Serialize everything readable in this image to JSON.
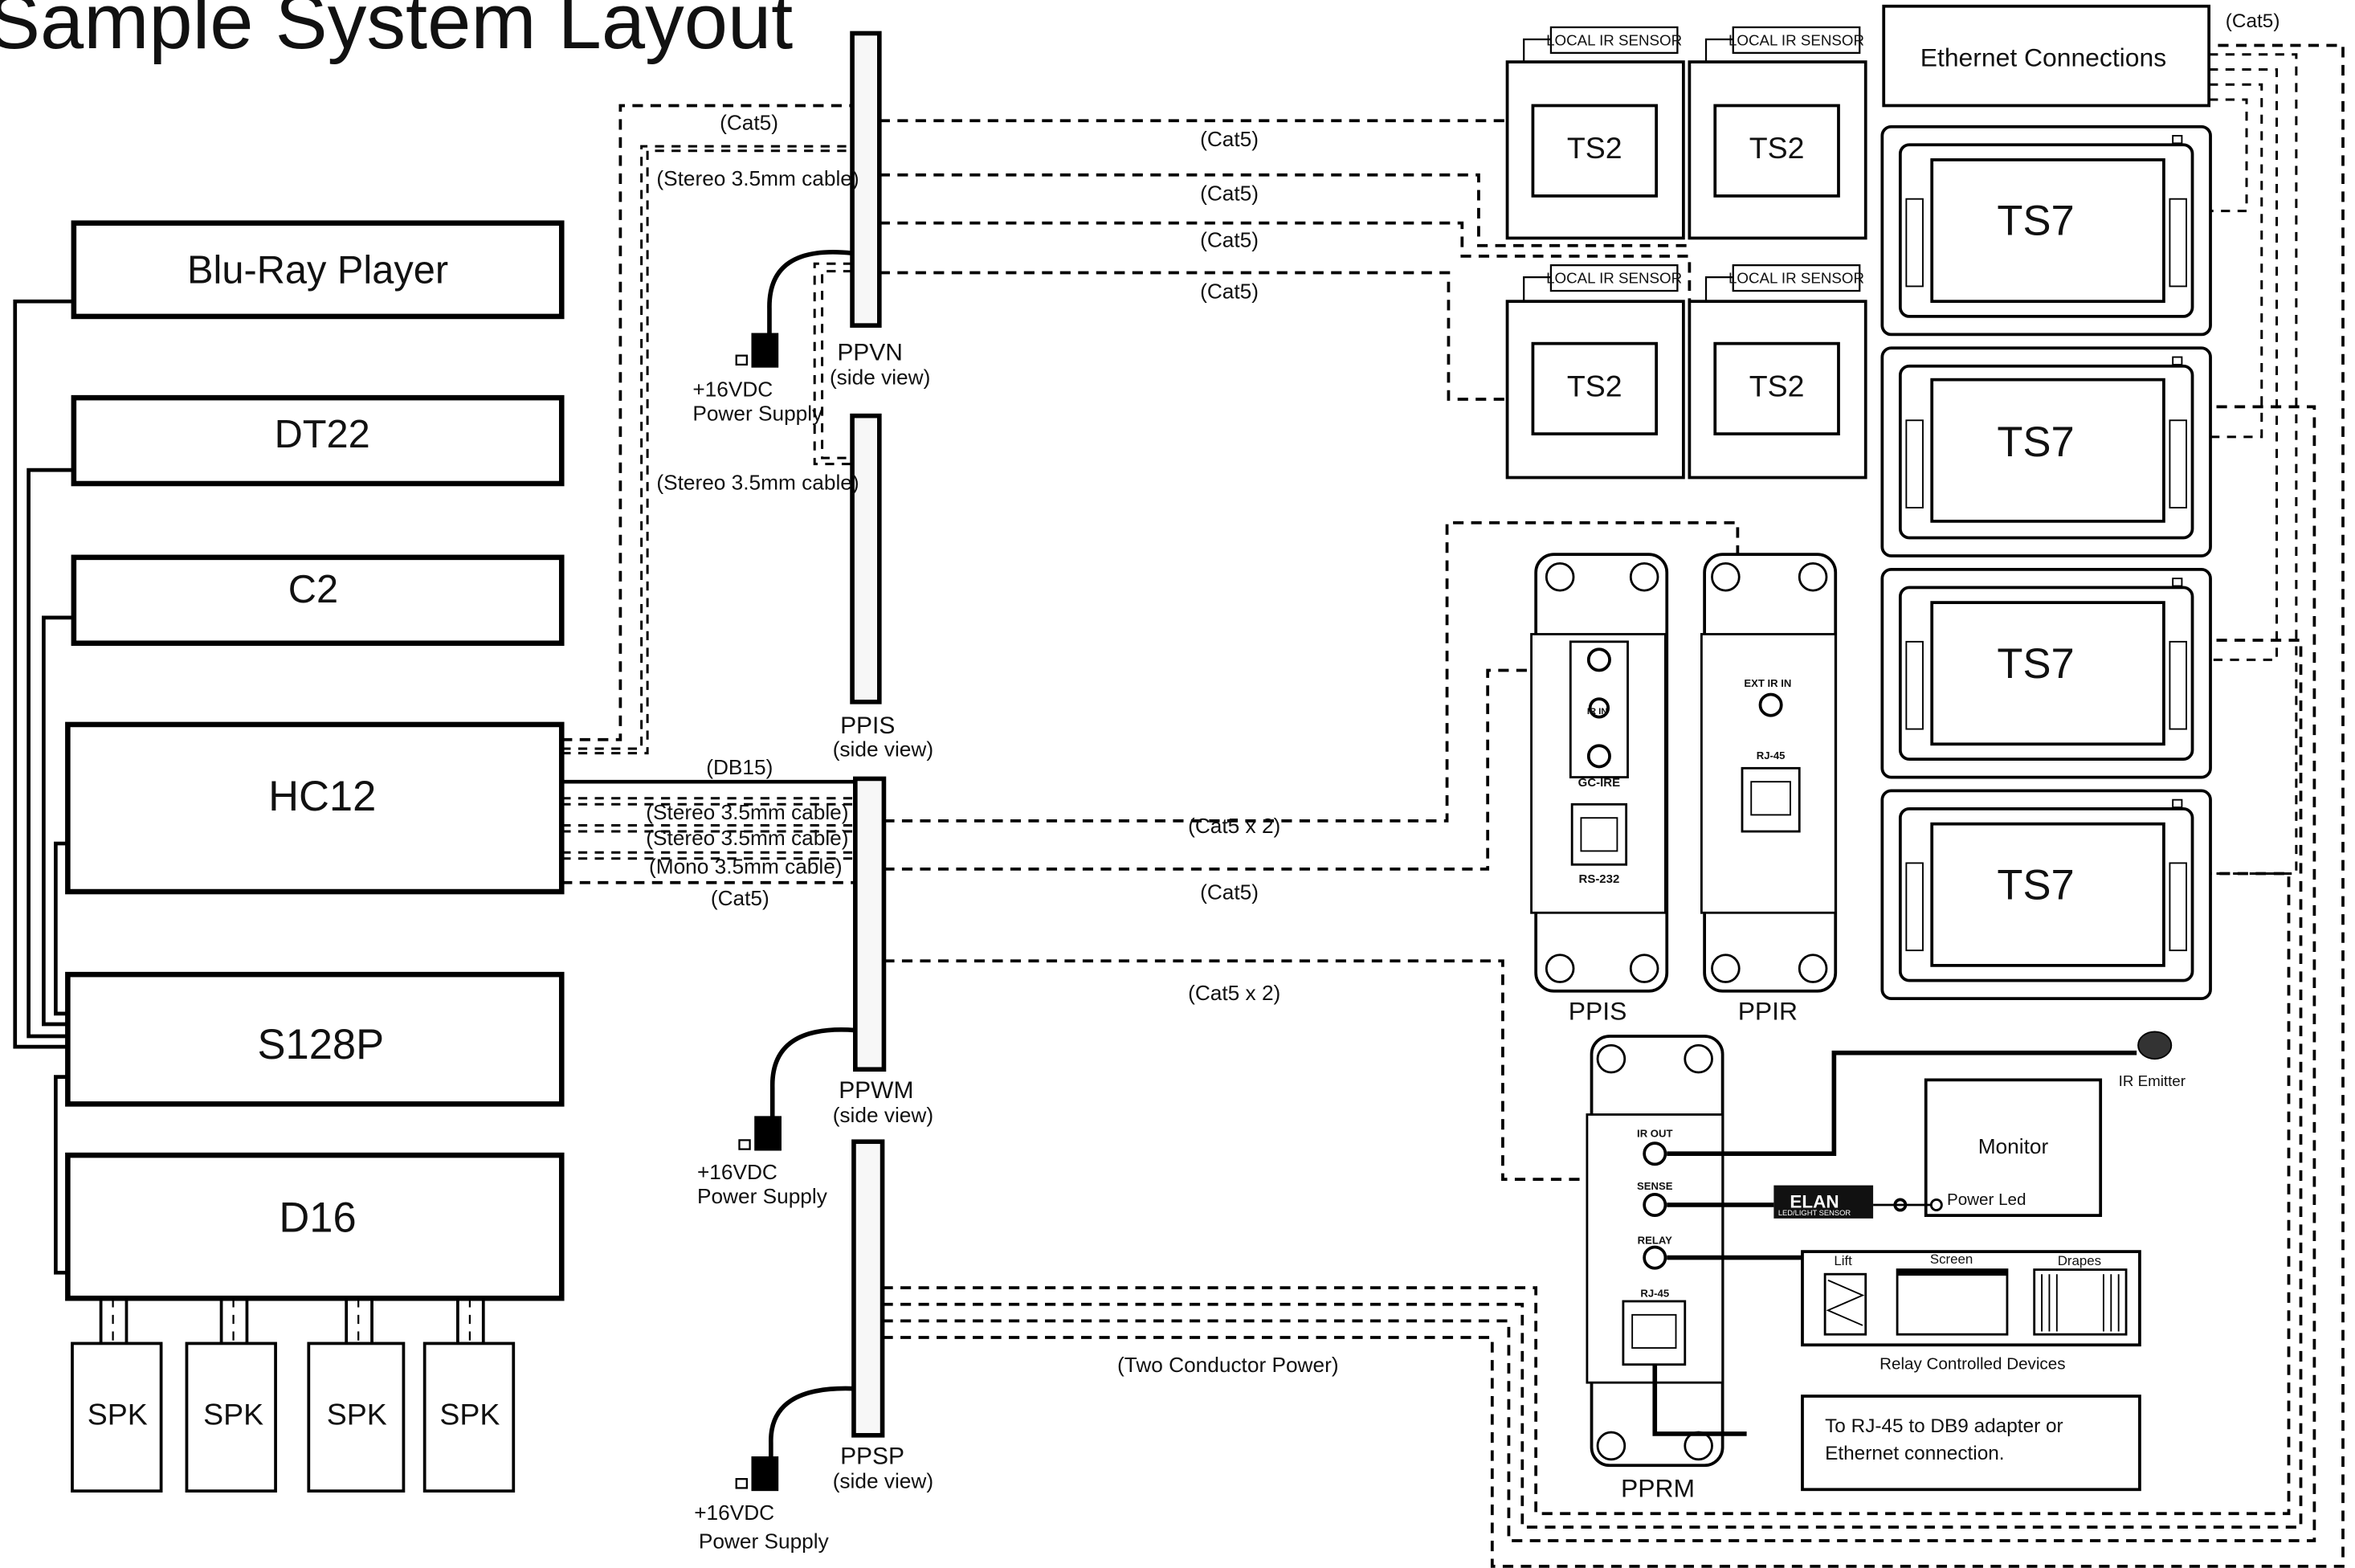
{
  "title": "Sample System Layout",
  "devices": {
    "bluray": "Blu-Ray Player",
    "dt22": "DT22",
    "c2": "C2",
    "hc12": "HC12",
    "s128p": "S128P",
    "d16": "D16",
    "spk": [
      "SPK",
      "SPK",
      "SPK",
      "SPK"
    ]
  },
  "panels": {
    "ppvn": "PPVN",
    "ppis_side": "PPIS",
    "ppwm": "PPWM",
    "ppsp": "PPSP",
    "side_view": "(side view)",
    "power_supply_line1": "+16VDC",
    "power_supply_line2": "Power Supply"
  },
  "cables": {
    "cat5": "(Cat5)",
    "cat5x2": "(Cat5 x 2)",
    "stereo": "(Stereo 3.5mm cable)",
    "mono": "(Mono 3.5mm cable)",
    "db15": "(DB15)",
    "two_conductor": "(Two Conductor Power)"
  },
  "touchscreens": {
    "ts2": "TS2",
    "ts7": "TS7",
    "local_ir_sensor": "LOCAL IR SENSOR",
    "ethernet_connections": "Ethernet Connections"
  },
  "wallplates": {
    "ppis": "PPIS",
    "ppir": "PPIR",
    "pprm": "PPRM",
    "ir_in": "IR IN",
    "gc_ire": "GC-IRE",
    "rs232": "RS-232",
    "ext_ir_in": "EXT IR IN",
    "rj45": "RJ-45",
    "ir_out": "IR OUT",
    "sense": "SENSE",
    "relay": "RELAY"
  },
  "peripherals": {
    "ir_emitter": "IR Emitter",
    "monitor": "Monitor",
    "power_led": "Power Led",
    "elan": "ELAN",
    "led_light_sensor": "LED/LIGHT SENSOR",
    "lift": "Lift",
    "screen": "Screen",
    "drapes": "Drapes",
    "relay_devices": "Relay Controlled Devices",
    "rj45_note_line1": "To RJ-45 to DB9 adapter or",
    "rj45_note_line2": "Ethernet connection."
  }
}
